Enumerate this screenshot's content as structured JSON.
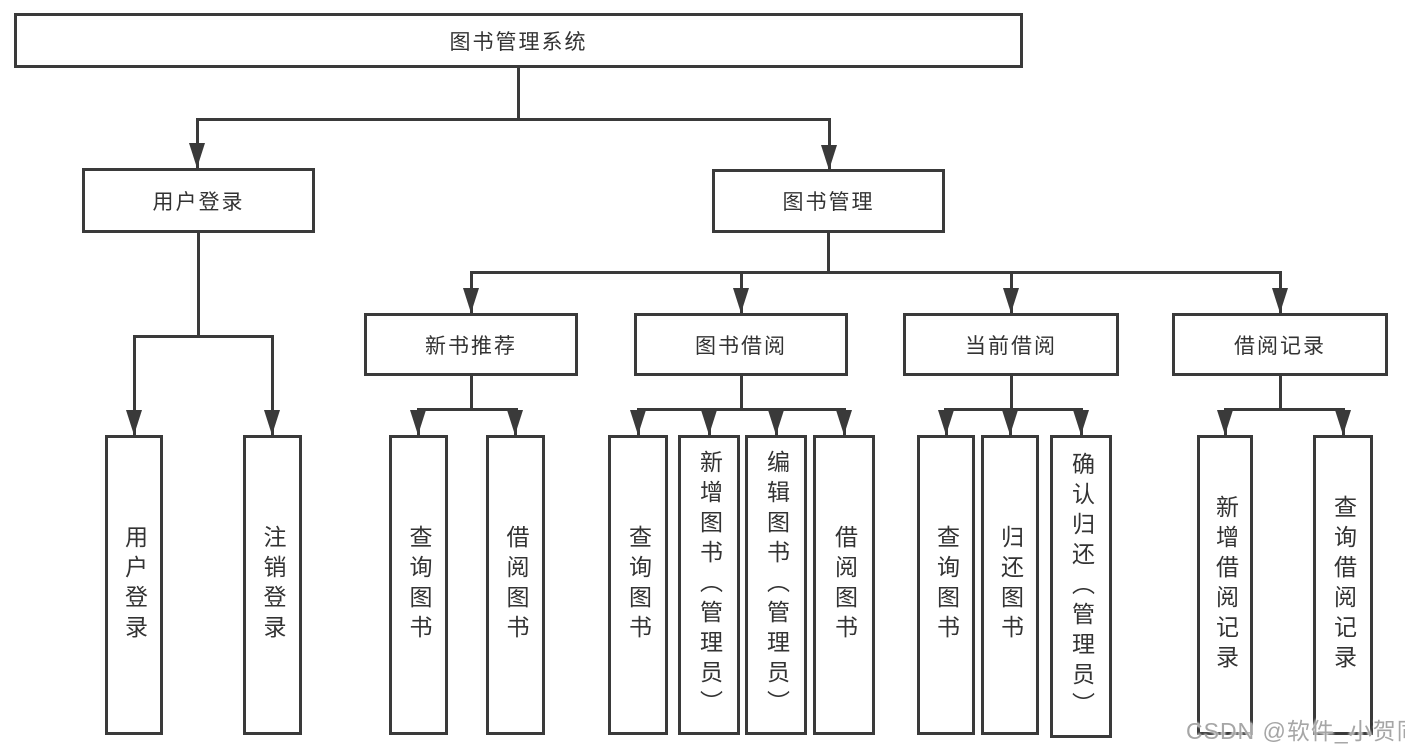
{
  "colors": {
    "line": "#3a3a3a",
    "text": "#333333",
    "watermark": "#a6a6a6",
    "background": "#ffffff"
  },
  "watermark": {
    "text": "CSDN @软件_小贺同学"
  },
  "tree": {
    "root": {
      "label": "图书管理系统"
    },
    "branches": [
      {
        "label": "用户登录",
        "children": [
          {
            "label": "用户登录"
          },
          {
            "label": "注销登录"
          }
        ]
      },
      {
        "label": "图书管理",
        "children": [
          {
            "label": "新书推荐",
            "children": [
              {
                "label": "查询图书"
              },
              {
                "label": "借阅图书"
              }
            ]
          },
          {
            "label": "图书借阅",
            "children": [
              {
                "label": "查询图书"
              },
              {
                "label": "新增图书（管理员）"
              },
              {
                "label": "编辑图书（管理员）"
              },
              {
                "label": "借阅图书"
              }
            ]
          },
          {
            "label": "当前借阅",
            "children": [
              {
                "label": "查询图书"
              },
              {
                "label": "归还图书"
              },
              {
                "label": "确认归还（管理员）"
              }
            ]
          },
          {
            "label": "借阅记录",
            "children": [
              {
                "label": "新增借阅记录"
              },
              {
                "label": "查询借阅记录"
              }
            ]
          }
        ]
      }
    ]
  }
}
